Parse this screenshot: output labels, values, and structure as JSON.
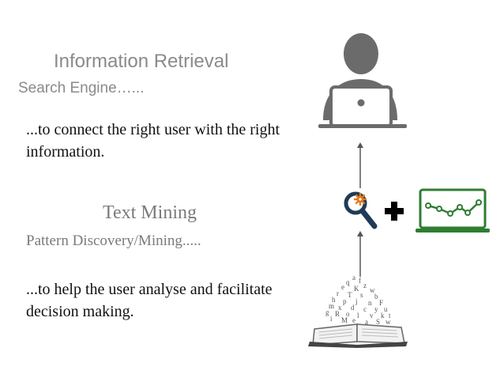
{
  "information_retrieval": {
    "title": "Information Retrieval",
    "subtitle": "Search Engine…...",
    "description": "...to connect the right user with the right information."
  },
  "text_mining": {
    "title": "Text Mining",
    "subtitle": "Pattern Discovery/Mining.....",
    "description": "...to help the user analyse and facilitate decision making."
  },
  "icons": {
    "user": "user-with-laptop-icon",
    "search": "magnifier-gear-icon",
    "plus": "plus-icon",
    "chart": "line-chart-monitor-icon",
    "book": "open-book-letters-icon"
  },
  "colors": {
    "heading_gray": "#8a8a8a",
    "body_text": "#111111",
    "user_icon": "#6b6b6b",
    "search_icon_blue": "#1f3b57",
    "gear_orange": "#e07b1f",
    "chart_green": "#2e7d32"
  }
}
